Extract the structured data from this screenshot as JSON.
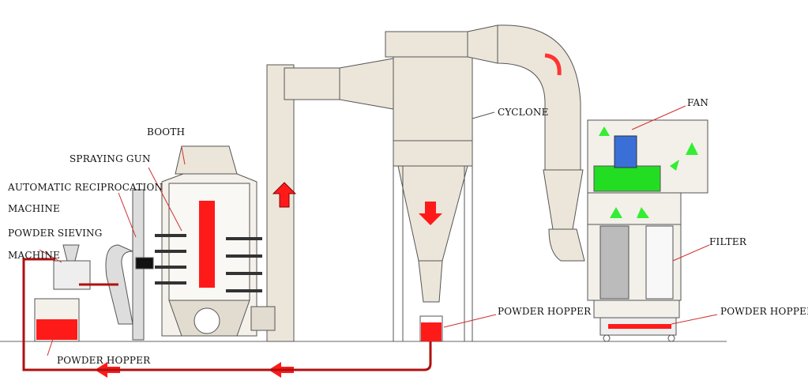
{
  "labels": {
    "booth": "BOOTH",
    "spraying_gun": "SPRAYING GUN",
    "reciprocator_line1": "AUTOMATIC RECIPROCATION",
    "reciprocator_line2": "MACHINE",
    "sieving_line1": "POWDER SIEVING",
    "sieving_line2": "MACHINE",
    "hopper_left": "POWDER HOPPER",
    "cyclone": "CYCLONE",
    "hopper_cyclone": "POWDER HOPPER",
    "fan": "FAN",
    "filter": "FILTER",
    "hopper_filter": "POWDER HOPPER"
  },
  "colors": {
    "duct": "#ece6da",
    "outline": "#555555",
    "powder": "#ff1a1a",
    "return_line": "#b01010",
    "fan_green": "#22dd22",
    "arrow_green": "#33ee33"
  }
}
